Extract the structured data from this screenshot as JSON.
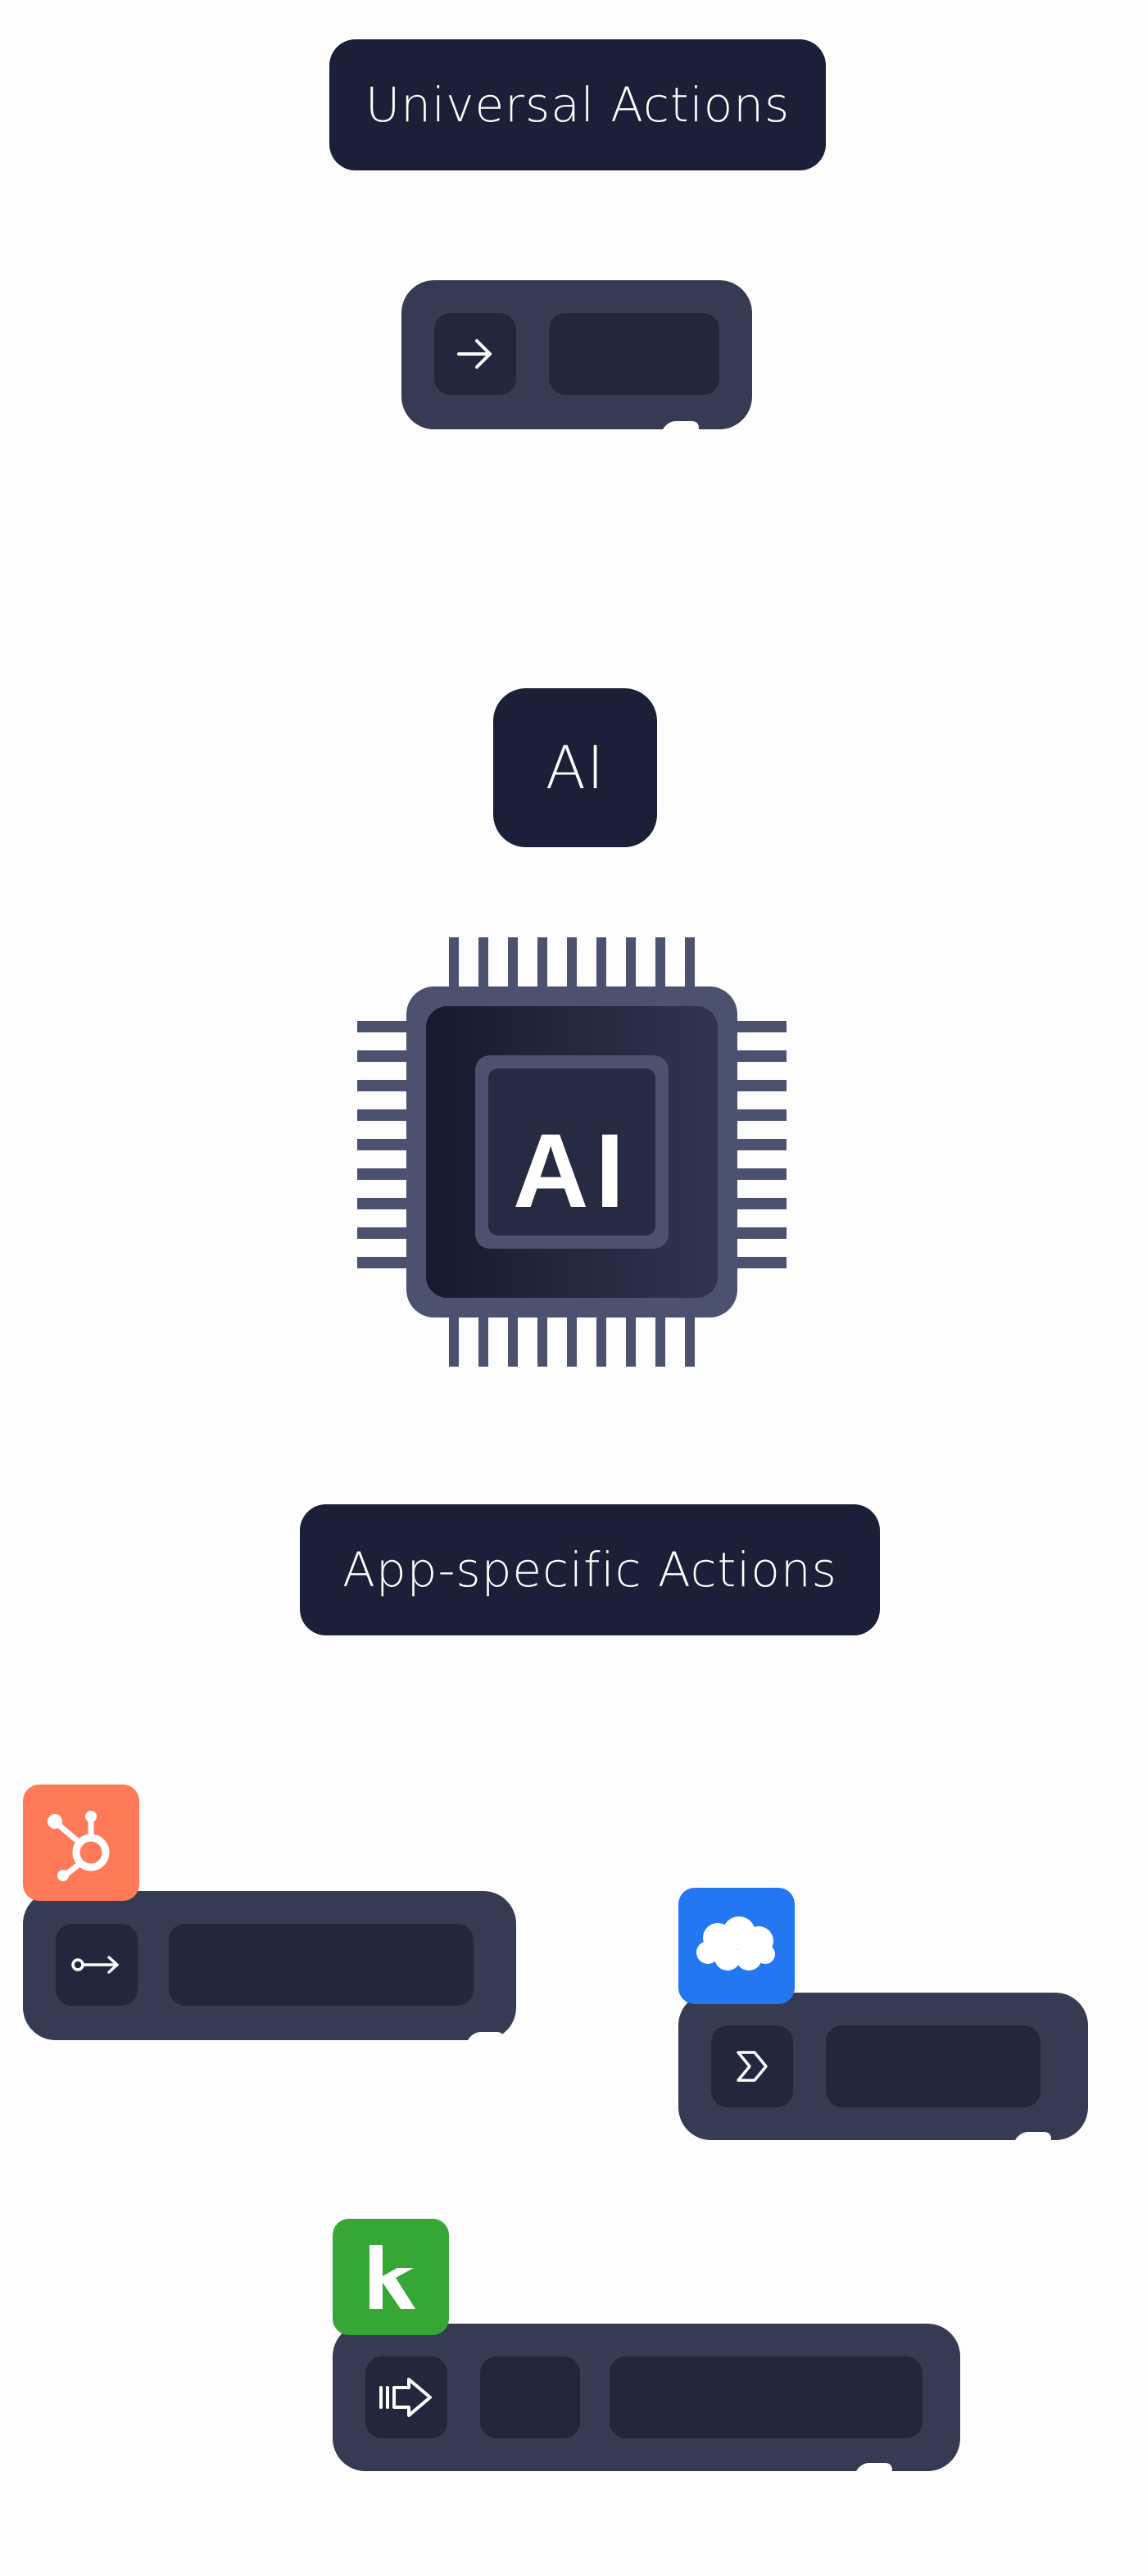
{
  "headings": {
    "universal": "Universal Actions",
    "ai": "AI",
    "app_specific": "App-specific Actions"
  },
  "chip": {
    "label": "AI"
  },
  "icons": {
    "universal_step": "arrow-right-icon",
    "hubspot_step": "key-arrow-icon",
    "salesforce_step": "chevron-double-icon",
    "keap_step": "pointing-arrow-icon",
    "hubspot_logo": "hubspot-logo-icon",
    "salesforce_logo": "salesforce-logo-icon",
    "keap_logo": "keap-logo-icon"
  },
  "colors": {
    "pill_bg": "#1b1f37",
    "card_bg": "#363a53",
    "slot_bg": "#23273d",
    "chip_pins": "#4c5170",
    "hubspot": "#ff7a59",
    "salesforce": "#2477f2",
    "keap": "#36a635"
  }
}
